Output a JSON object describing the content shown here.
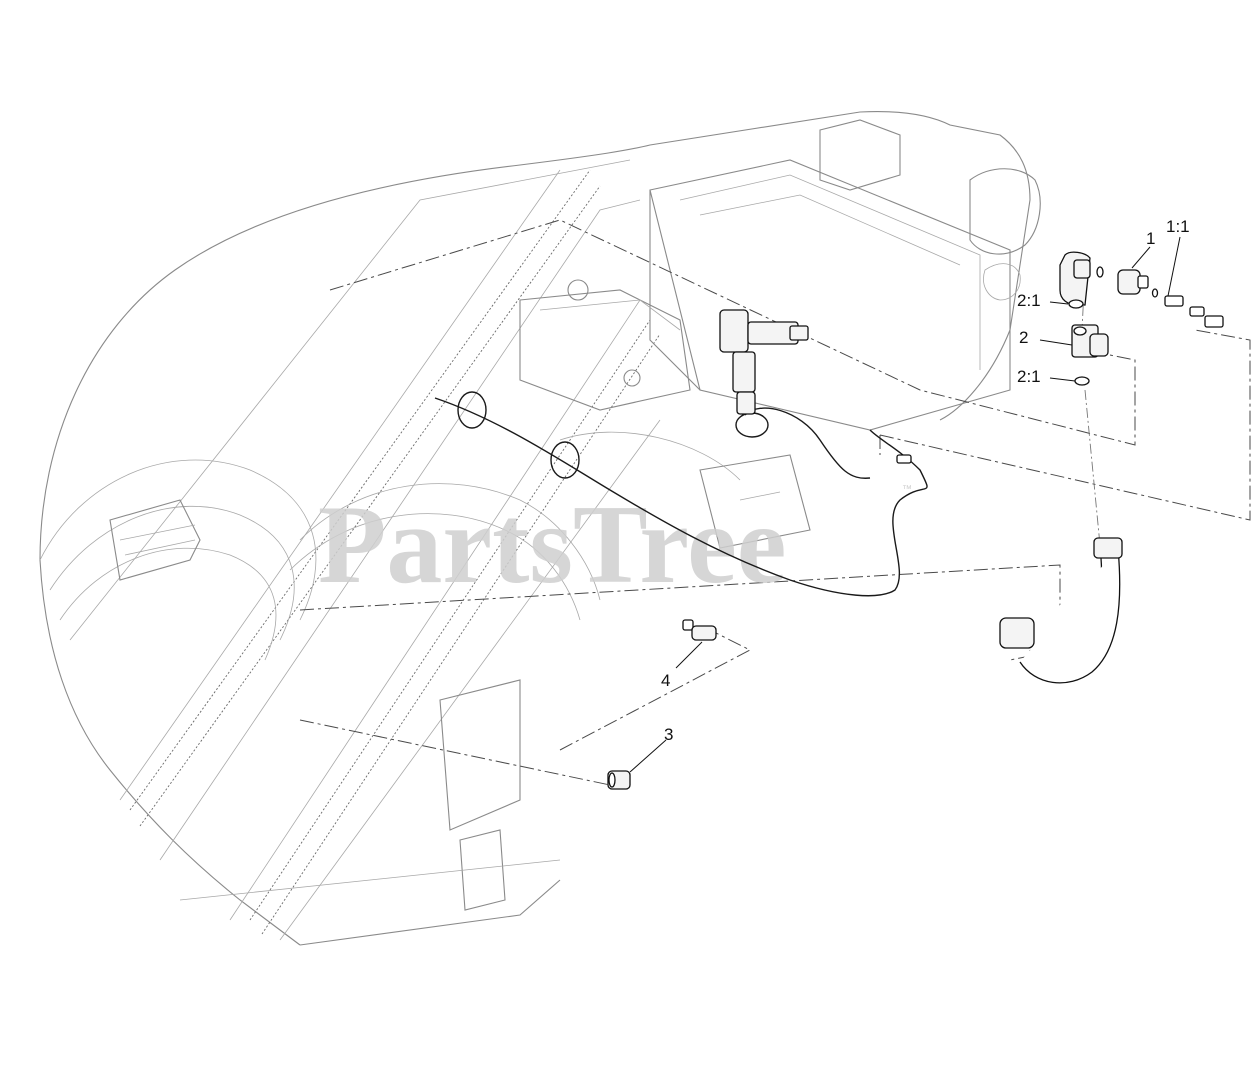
{
  "watermark": {
    "text": "PartsTree",
    "trademark": "™"
  },
  "callouts": [
    {
      "id": "c1",
      "label": "1"
    },
    {
      "id": "c1-1",
      "label": "1:1"
    },
    {
      "id": "c2-1a",
      "label": "2:1"
    },
    {
      "id": "c2",
      "label": "2"
    },
    {
      "id": "c2-1b",
      "label": "2:1"
    },
    {
      "id": "c4",
      "label": "4"
    },
    {
      "id": "c3",
      "label": "3"
    }
  ]
}
